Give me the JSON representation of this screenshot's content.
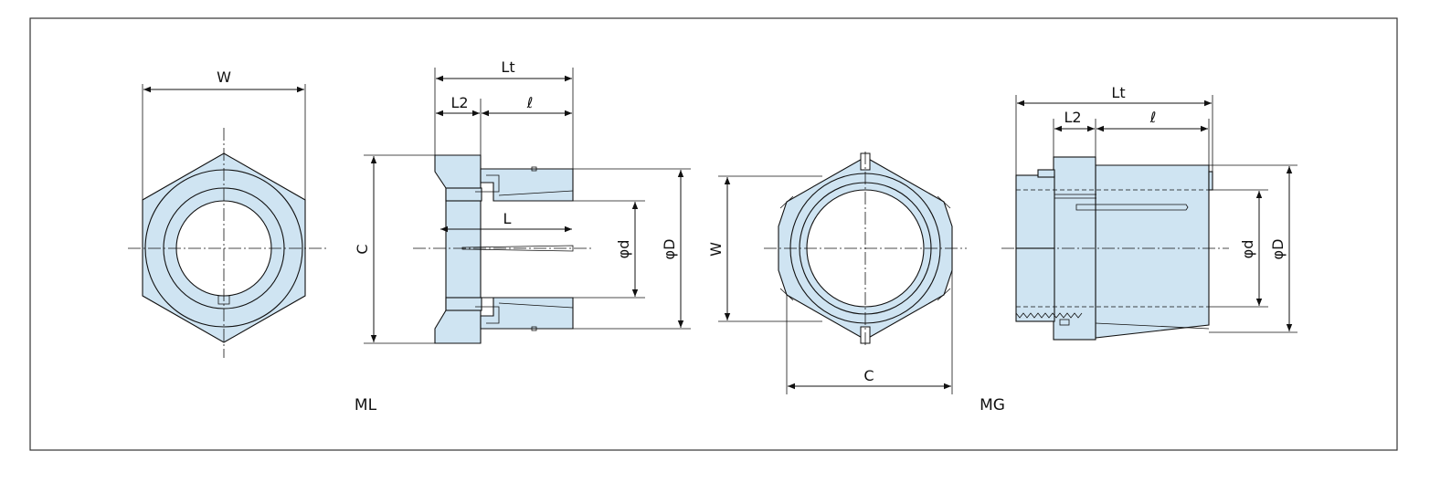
{
  "labels": {
    "ml_front_width": "W",
    "ml_side_total_length": "Lt",
    "ml_side_l2": "L2",
    "ml_side_ell": "ℓ",
    "ml_side_c": "C",
    "ml_side_l": "L",
    "ml_side_phi_d": "φd",
    "ml_side_phi_D": "φD",
    "ml_caption": "ML",
    "mg_front_width": "W",
    "mg_front_c": "C",
    "mg_side_total_length": "Lt",
    "mg_side_l2": "L2",
    "mg_side_ell": "ℓ",
    "mg_side_phi_d": "φd",
    "mg_side_phi_D": "φD",
    "mg_caption": "MG"
  },
  "colors": {
    "part_fill": "#cfe4f2",
    "line": "#111111",
    "frame": "#333333"
  }
}
